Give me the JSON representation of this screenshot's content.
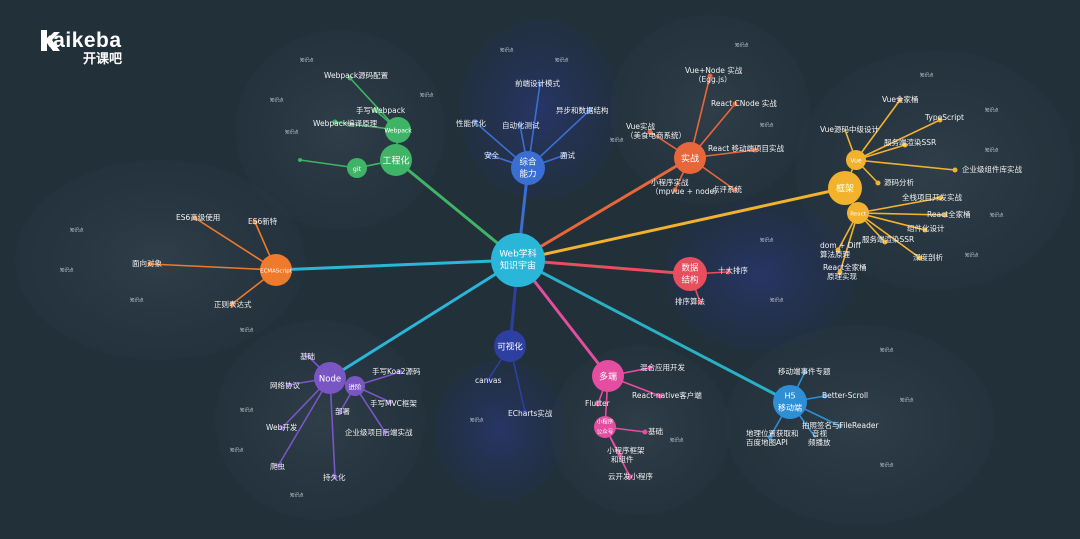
{
  "brand": {
    "wordmark": "kaikeba",
    "name_cn": "开课吧"
  },
  "colors": {
    "background": "#22303a",
    "center": "#29b6d9",
    "engineering": "#3fb466",
    "comprehensive": "#3a6fd1",
    "practice": "#e8673a",
    "framework": "#f2b22e",
    "data_structure": "#e84e5d",
    "h5": "#2e8fd6",
    "multi_end": "#e44da0",
    "visualization": "#2d3fa1",
    "node": "#7a55c4",
    "ecmascript": "#f07a2b"
  },
  "center": {
    "label_1": "Web学科",
    "label_2": "知识宇宙"
  },
  "hubs": {
    "engineering": {
      "label": "工程化"
    },
    "engineering_webpack": {
      "label": "Webpack"
    },
    "engineering_git": {
      "label": "git"
    },
    "comprehensive": {
      "label_1": "综合",
      "label_2": "能力"
    },
    "practice": {
      "label": "实战"
    },
    "framework": {
      "label": "框架"
    },
    "framework_vue": {
      "label": "Vue"
    },
    "framework_react": {
      "label": "React"
    },
    "data_structure": {
      "label_1": "数据",
      "label_2": "结构"
    },
    "h5": {
      "label_1": "H5",
      "label_2": "移动端"
    },
    "multi_end": {
      "label": "多端"
    },
    "mini_program": {
      "label_1": "小程序",
      "label_2": "公众号"
    },
    "visualization": {
      "label": "可视化"
    },
    "node": {
      "label": "Node"
    },
    "node_advanced": {
      "label": "进阶"
    },
    "ecmascript": {
      "label": "ECMAScript"
    }
  },
  "labels": {
    "webpack_manual": "Webpack源码配置",
    "handwrite_webpack": "手写Webpack",
    "webpack_optimize": "Webpack编译原理",
    "frontend_patterns": "前端设计模式",
    "perf_opt": "性能优化",
    "auto_test": "自动化测试",
    "browser_render": "异步和数据结构",
    "security": "安全",
    "interview": "面试",
    "vuenode_proj": "Vue+Node 实战",
    "vuenode_sub": "（Egg.js）",
    "react_cnode": "React CNode 实战",
    "vue_proj": "Vue实战",
    "vue_proj_sub": "（美食电商系统）",
    "react_mobile": "React 移动端项目实战",
    "miniprog_proj": "小程序实战",
    "miniprog_sub": "（mpvue + node）",
    "review_sys": "点评系统",
    "vue_family": "Vue全家桶",
    "typescript": "TypeScript",
    "vue_source": "Vue源码中级设计",
    "ssr_vue": "服务端渲染SSR",
    "source_analysis": "源码分析",
    "enterprise_ui": "企业级组件库实战",
    "full_stack": "全栈项目开发实战",
    "react_family": "React全家桶",
    "component_design": "组件化设计",
    "dom_diff": "dom + Diff",
    "dom_diff_sub": "算法原理",
    "ssr_react": "服务端渲染SSR",
    "deep_understand": "深度剖析",
    "react_source": "React全家桶",
    "react_source_sub": "原理实现",
    "ten_sort": "十大排序",
    "algo_basics": "排序算法",
    "fs_stream": "混合应用开发",
    "react_native": "React-native客户端",
    "flutter": "Flutter",
    "basics": "基础",
    "mp_components": "小程序框架",
    "mp_components_sub": "和组件",
    "cloud_dev": "云开发小程序",
    "mobile_adapt": "移动端事件专题",
    "better_scroll": "Better-Scroll",
    "file_reader": "拍照签名与FileReader",
    "geo_api": "地理位置获取和",
    "geo_api_sub": "百度地图API",
    "audio_video": "音视",
    "audio_video_sub": "频播放",
    "canvas": "canvas",
    "echarts": "ECharts实战",
    "koa": "手写Koa2源码",
    "basics_node": "基础",
    "http": "网络协议",
    "mvc": "手写MVC框架",
    "deploy": "部署",
    "enterprise_node": "企业级项目后端实战",
    "web_server": "Web开发",
    "crawler": "爬虫",
    "persist": "持久化",
    "es6_mass": "ES6高级使用",
    "es6_new": "ES6新特",
    "oop": "面向对象",
    "regex": "正则表达式"
  },
  "tiny_text": "知识点"
}
